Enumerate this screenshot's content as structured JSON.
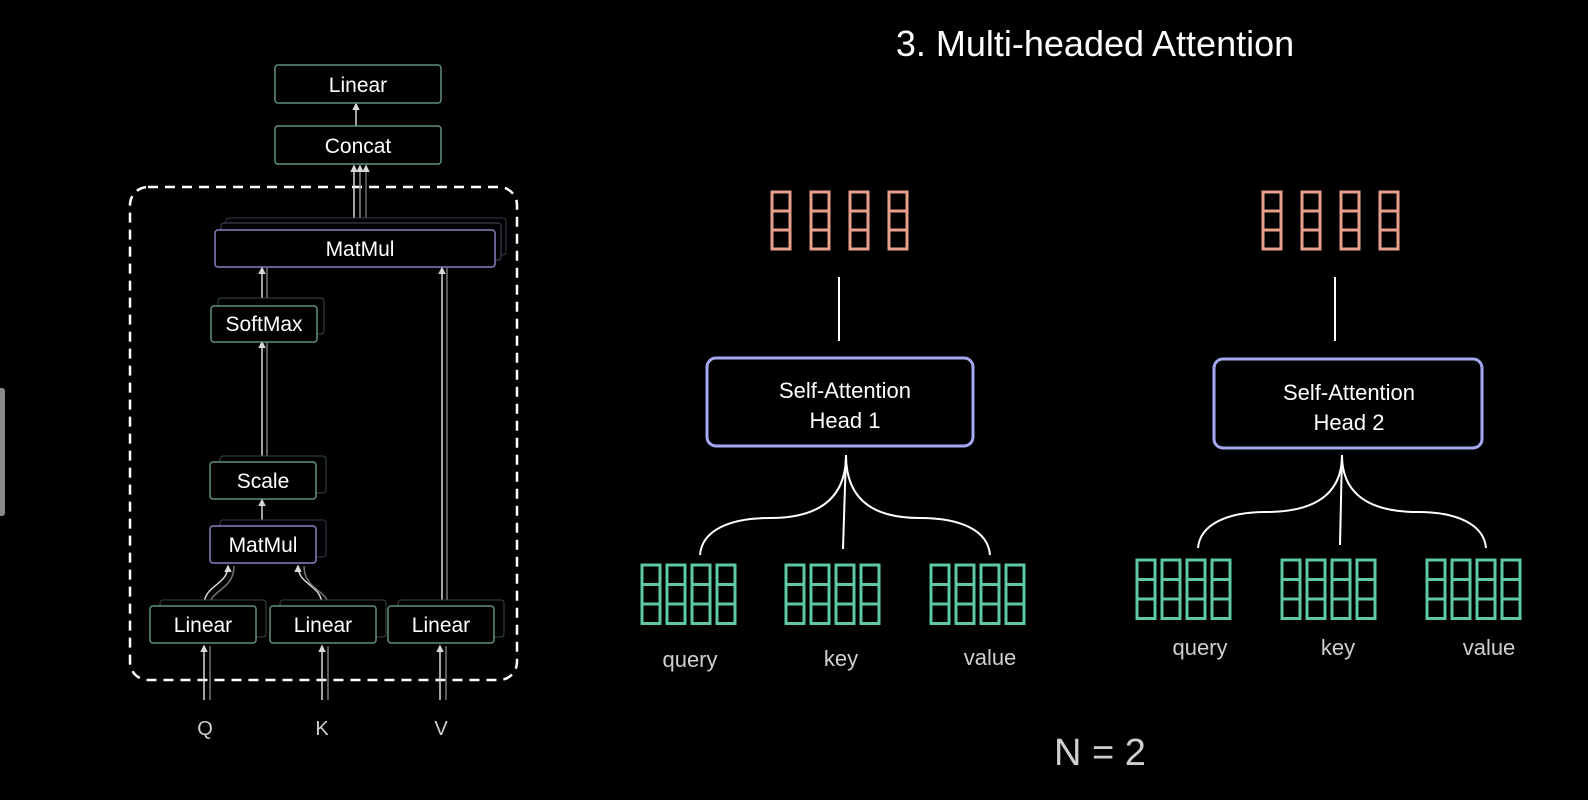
{
  "title": "3. Multi-headed Attention",
  "left_diagram": {
    "top_linear": "Linear",
    "concat": "Concat",
    "matmul_top": "MatMul",
    "softmax": "SoftMax",
    "scale": "Scale",
    "matmul_bottom": "MatMul",
    "linear_q": "Linear",
    "linear_k": "Linear",
    "linear_v": "Linear",
    "input_q": "Q",
    "input_k": "K",
    "input_v": "V"
  },
  "heads": [
    {
      "line1": "Self-Attention",
      "line2": "Head 1",
      "query_label": "query",
      "key_label": "key",
      "value_label": "value"
    },
    {
      "line1": "Self-Attention",
      "line2": "Head 2",
      "query_label": "query",
      "key_label": "key",
      "value_label": "value"
    }
  ],
  "n_label": "N = 2",
  "colors": {
    "background": "#000000",
    "output_vectors": "#e8a08c",
    "input_vectors": "#5ec9a4",
    "head_border": "#a3a8f0",
    "box_border_teal": "#5d8f84",
    "box_border_purple": "#8d7fbf",
    "text_gray": "#cfcfcf"
  }
}
